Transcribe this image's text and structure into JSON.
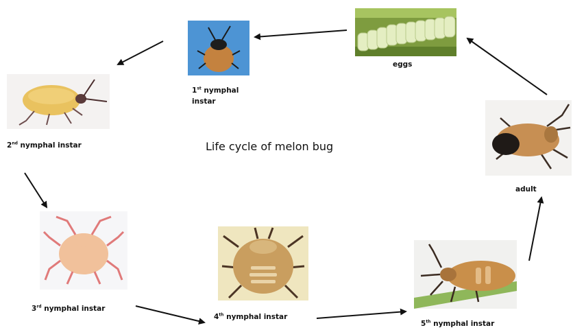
{
  "title": "Life cycle of melon bug",
  "stages": [
    {
      "key": "eggs",
      "label": "eggs",
      "sup": ""
    },
    {
      "key": "first",
      "label_pre": "1",
      "sup": "st",
      "label_line1": " nymphal",
      "label_line2": "instar"
    },
    {
      "key": "second",
      "label_pre": "2",
      "sup": "nd",
      "label_post": " nymphal instar"
    },
    {
      "key": "third",
      "label_pre": "3",
      "sup": "rd",
      "label_post": " nymphal instar"
    },
    {
      "key": "fourth",
      "label_pre": "4",
      "sup": "th",
      "label_post": " nymphal instar"
    },
    {
      "key": "fifth",
      "label_pre": "5",
      "sup": "th",
      "label_post": " nymphal instar"
    },
    {
      "key": "adult",
      "label": "adult",
      "sup": ""
    }
  ],
  "colors": {
    "arrow": "#111111",
    "egg_bg": "#8aa54a",
    "egg": "#e6f0c6",
    "first_bg": "#4f97d6",
    "bug_orange": "#c98a4a",
    "bug_yellow": "#e9c15e",
    "bug_pink": "#f2c4a3",
    "leg_pink": "#e17b7b",
    "bug_tan": "#c9a06a",
    "leaf_green": "#8fb85a"
  }
}
